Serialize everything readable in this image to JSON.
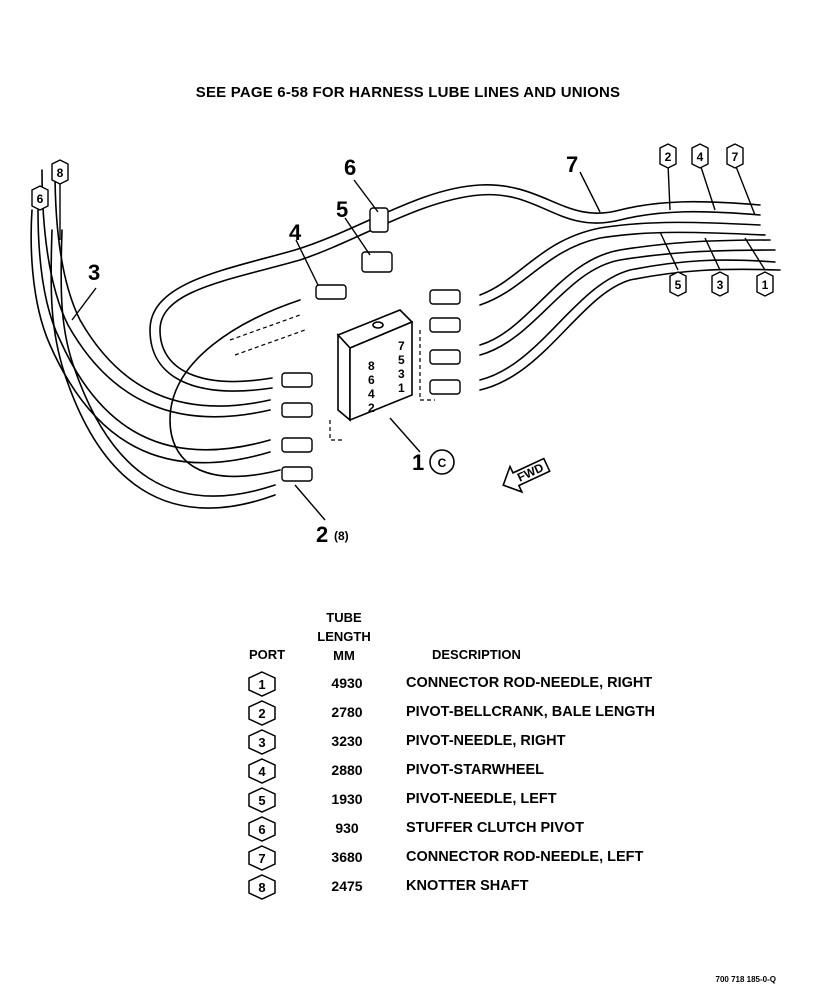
{
  "header_note": "SEE PAGE 6-58 FOR HARNESS LUBE LINES AND UNIONS",
  "callouts": {
    "c1": "1",
    "c1_code": "C",
    "c2": "2",
    "c2_qty": "(8)",
    "c3": "3",
    "c4": "4",
    "c5": "5",
    "c6": "6",
    "c7": "7"
  },
  "block_port_numbers": {
    "left": [
      "8",
      "6",
      "4",
      "2"
    ],
    "right": [
      "7",
      "5",
      "3",
      "1"
    ]
  },
  "tube_end_bubbles": {
    "top": [
      "2",
      "4",
      "7"
    ],
    "bottom": [
      "5",
      "3",
      "1"
    ],
    "left": [
      "8",
      "6"
    ]
  },
  "fwd_label": "FWD",
  "table": {
    "headers": {
      "port": "PORT",
      "tube_length": "TUBE\nLENGTH\nMM",
      "description": "DESCRIPTION"
    },
    "rows": [
      {
        "port": "1",
        "length": "4930",
        "description": "CONNECTOR ROD-NEEDLE, RIGHT"
      },
      {
        "port": "2",
        "length": "2780",
        "description": "PIVOT-BELLCRANK, BALE LENGTH"
      },
      {
        "port": "3",
        "length": "3230",
        "description": "PIVOT-NEEDLE, RIGHT"
      },
      {
        "port": "4",
        "length": "2880",
        "description": "PIVOT-STARWHEEL"
      },
      {
        "port": "5",
        "length": "1930",
        "description": "PIVOT-NEEDLE, LEFT"
      },
      {
        "port": "6",
        "length": "930",
        "description": "STUFFER CLUTCH PIVOT"
      },
      {
        "port": "7",
        "length": "3680",
        "description": "CONNECTOR ROD-NEEDLE, LEFT"
      },
      {
        "port": "8",
        "length": "2475",
        "description": "KNOTTER SHAFT"
      }
    ]
  },
  "drawing_number": "700 718 185-0-Q"
}
